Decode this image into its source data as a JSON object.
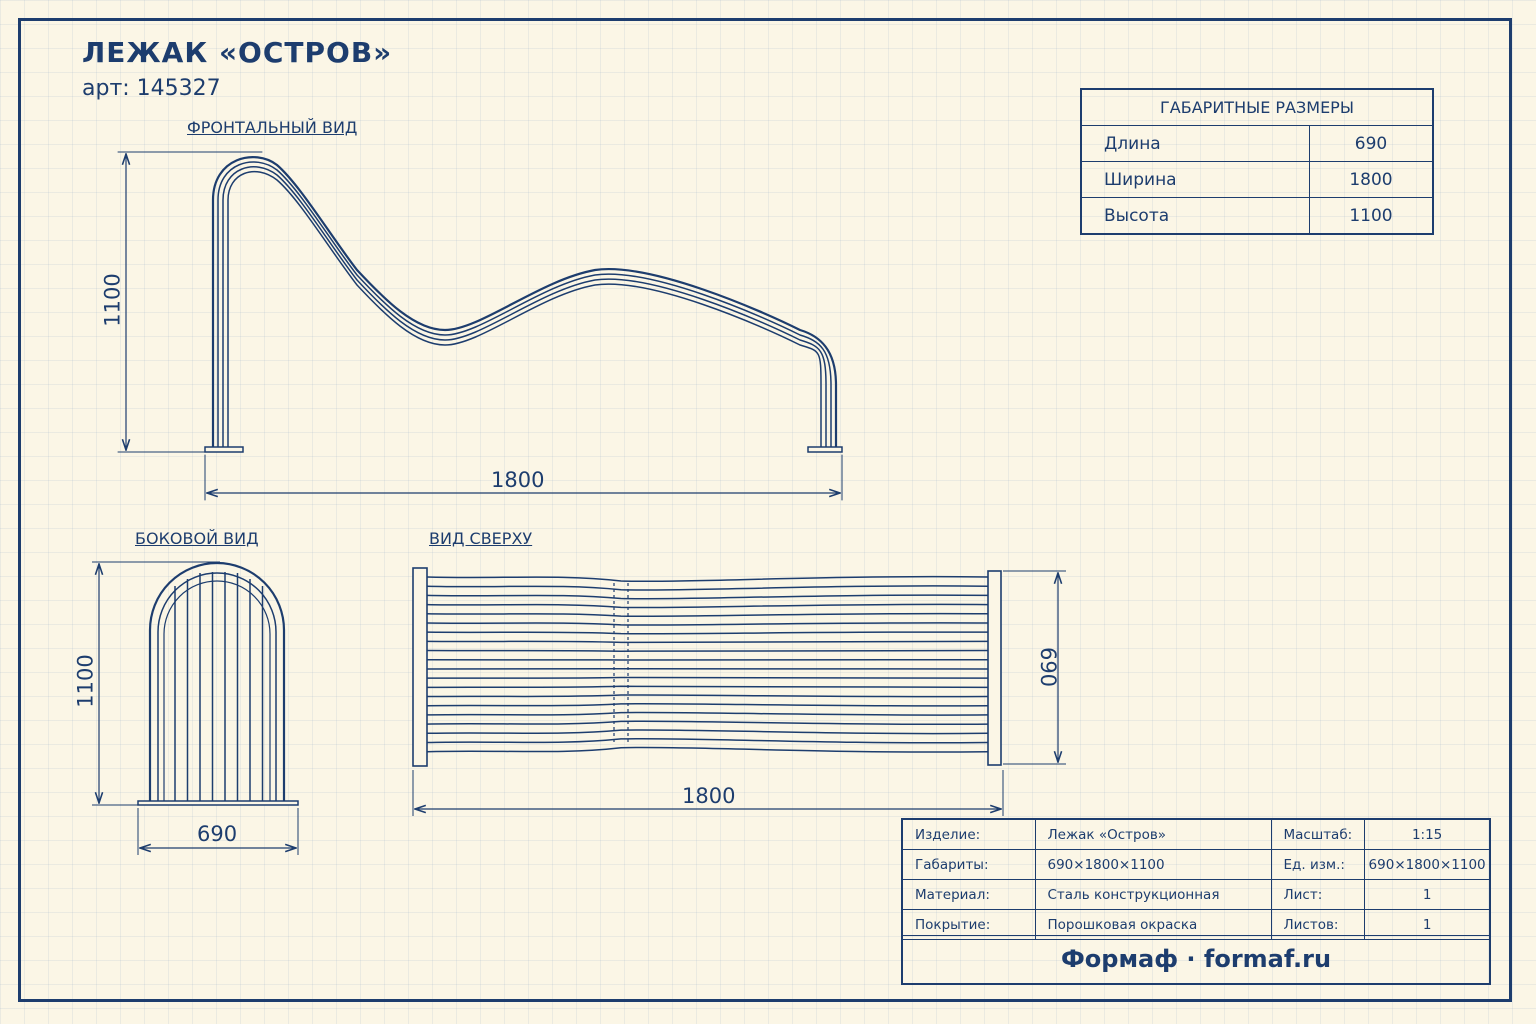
{
  "header": {
    "title": "ЛЕЖАК «ОСТРОВ»",
    "article": "арт: 145327"
  },
  "views": {
    "front": "ФРОНТАЛЬНЫЙ ВИД",
    "side": "БОКОВОЙ ВИД",
    "top": "ВИД СВЕРХУ"
  },
  "dimensions_labels": {
    "front_height": "1100",
    "front_width": "1800",
    "side_height": "1100",
    "side_width": "690",
    "top_width": "1800",
    "top_depth": "690"
  },
  "overall_table": {
    "heading": "ГАБАРИТНЫЕ РАЗМЕРЫ",
    "rows": [
      {
        "label": "Длина",
        "value": "690"
      },
      {
        "label": "Ширина",
        "value": "1800"
      },
      {
        "label": "Высота",
        "value": "1100"
      }
    ]
  },
  "stamp": {
    "rows": [
      {
        "k1": "Изделие:",
        "v1": "Лежак «Остров»",
        "k2": "Масштаб:",
        "v2": "1:15"
      },
      {
        "k1": "Габариты:",
        "v1": "690×1800×1100",
        "k2": "Ед. изм.:",
        "v2": "690×1800×1100"
      },
      {
        "k1": "Материал:",
        "v1": "Сталь конструкционная",
        "k2": "Лист:",
        "v2": "1"
      },
      {
        "k1": "Покрытие:",
        "v1": "Порошковая окраска",
        "k2": "Листов:",
        "v2": "1"
      }
    ],
    "footer": "Формаф · formaf.ru"
  },
  "colors": {
    "ink": "#1d3d6e",
    "paper": "#fbf6e6"
  }
}
